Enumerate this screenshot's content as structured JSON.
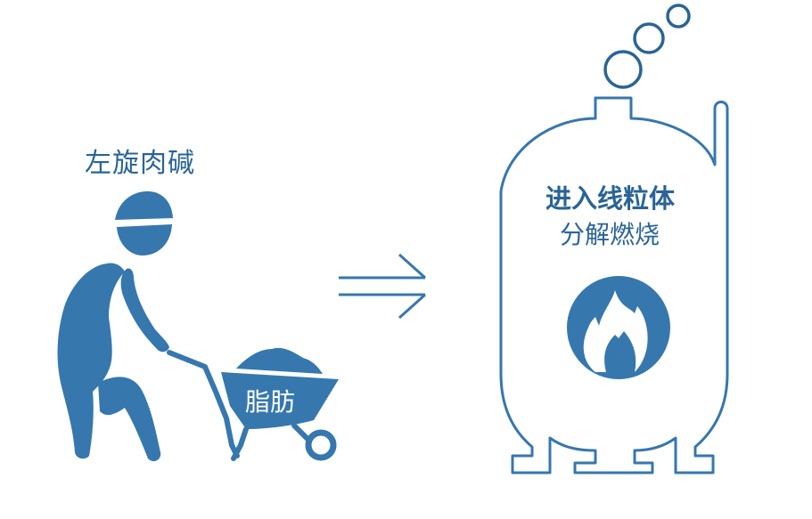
{
  "colors": {
    "primary": "#3677ae",
    "text": "#2a6496",
    "background": "#ffffff"
  },
  "left": {
    "label": "左旋肉碱",
    "figure_icon": "worker-pushing-wheelbarrow-icon",
    "cargo_label": "脂肪"
  },
  "arrow": {
    "icon": "double-right-arrow-icon"
  },
  "right": {
    "title": "进入线粒体",
    "subtitle": "分解燃烧",
    "container_icon": "tank-icon",
    "flame_icon": "flame-icon",
    "bubbles_icon": "bubbles-icon"
  }
}
